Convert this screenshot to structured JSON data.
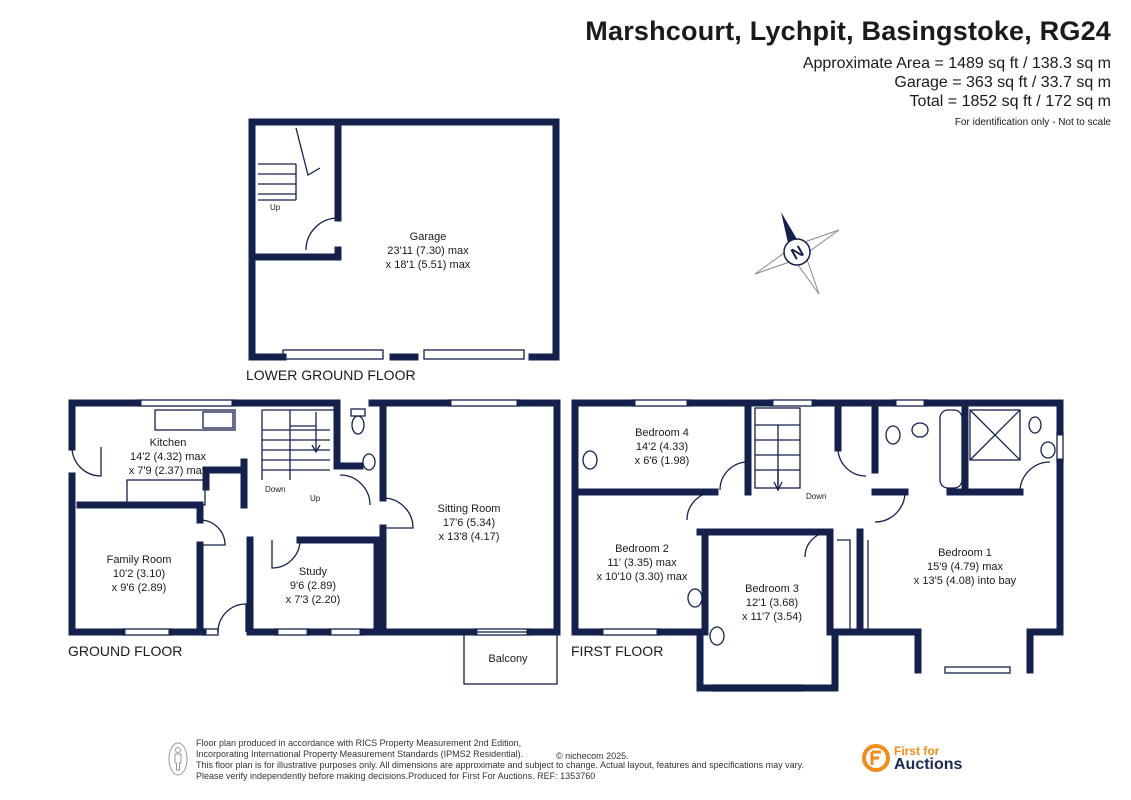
{
  "header": {
    "title": "Marshcourt, Lychpit, Basingstoke, RG24",
    "areas": [
      "Approximate Area = 1489 sq ft / 138.3 sq m",
      "Garage = 363 sq ft / 33.7 sq m",
      "Total = 1852 sq ft / 172 sq m"
    ],
    "identification": "For identification only - Not to scale"
  },
  "floors": {
    "lower_ground": "LOWER GROUND FLOOR",
    "ground": "GROUND FLOOR",
    "first": "FIRST FLOOR"
  },
  "rooms": {
    "garage": {
      "name": "Garage",
      "dim1": "23'11 (7.30) max",
      "dim2": "x 18'1 (5.51) max"
    },
    "kitchen": {
      "name": "Kitchen",
      "dim1": "14'2 (4.32) max",
      "dim2": "x 7'9 (2.37) max"
    },
    "family": {
      "name": "Family Room",
      "dim1": "10'2 (3.10)",
      "dim2": "x 9'6 (2.89)"
    },
    "study": {
      "name": "Study",
      "dim1": "9'6 (2.89)",
      "dim2": "x 7'3 (2.20)"
    },
    "sitting": {
      "name": "Sitting Room",
      "dim1": "17'6 (5.34)",
      "dim2": "x 13'8 (4.17)"
    },
    "balcony": {
      "name": "Balcony"
    },
    "bedroom4": {
      "name": "Bedroom 4",
      "dim1": "14'2 (4.33)",
      "dim2": "x 6'6 (1.98)"
    },
    "bedroom2": {
      "name": "Bedroom 2",
      "dim1": "11' (3.35) max",
      "dim2": "x 10'10 (3.30) max"
    },
    "bedroom3": {
      "name": "Bedroom 3",
      "dim1": "12'1 (3.68)",
      "dim2": "x 11'7 (3.54)"
    },
    "bedroom1": {
      "name": "Bedroom 1",
      "dim1": "15'9 (4.79) max",
      "dim2": "x 13'5 (4.08) into bay"
    }
  },
  "stairs": {
    "up": "Up",
    "down": "Down"
  },
  "compass": {
    "north": "N"
  },
  "footer": {
    "lines": [
      "Floor plan produced in accordance with RICS Property Measurement 2nd Edition,",
      "Incorporating International Property Measurement Standards (IPMS2 Residential).",
      "This floor plan is for illustrative purposes only. All dimensions are approximate and subject to change. Actual layout, features and specifications may vary.",
      "Please verify independently before making decisions.Produced for First For Auctions.   REF:  1353760"
    ],
    "copyright": "© nichecom 2025."
  },
  "logo": {
    "line1": "First for",
    "line2": "Auctions",
    "color_orange": "#f28c1a",
    "color_navy": "#1b2a55"
  },
  "colors": {
    "wall": "#14214d"
  }
}
